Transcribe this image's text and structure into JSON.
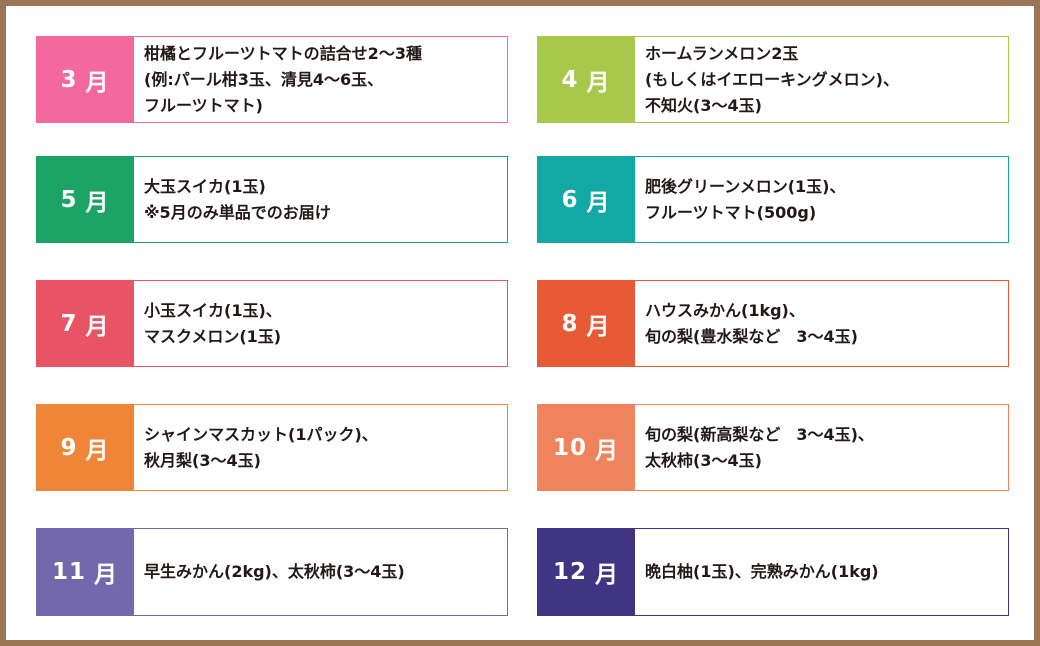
{
  "schedule": [
    {
      "month_num": "3",
      "month_unit": "月",
      "color": "#f3699e",
      "lines": [
        "柑橘とフルーツトマトの詰合せ2〜3種",
        "(例:パール柑3玉、清見4〜6玉、",
        "フルーツトマト)"
      ]
    },
    {
      "month_num": "4",
      "month_unit": "月",
      "color": "#a6c84b",
      "lines": [
        "ホームランメロン2玉",
        "(もしくはイエローキングメロン)、",
        "不知火(3〜4玉)"
      ]
    },
    {
      "month_num": "5",
      "month_unit": "月",
      "color": "#1ba466",
      "lines": [
        "大玉スイカ(1玉)",
        "※5月のみ単品でのお届け"
      ]
    },
    {
      "month_num": "6",
      "month_unit": "月",
      "color": "#12a8a4",
      "lines": [
        "肥後グリーンメロン(1玉)、",
        "フルーツトマト(500g)"
      ]
    },
    {
      "month_num": "7",
      "month_unit": "月",
      "color": "#e95464",
      "lines": [
        "小玉スイカ(1玉)、",
        "マスクメロン(1玉)"
      ]
    },
    {
      "month_num": "8",
      "month_unit": "月",
      "color": "#e85a35",
      "lines": [
        "ハウスみかん(1kg)、",
        "旬の梨(豊水梨など　3〜4玉)"
      ]
    },
    {
      "month_num": "9",
      "month_unit": "月",
      "color": "#ef8536",
      "lines": [
        "シャインマスカット(1パック)、",
        "秋月梨(3〜4玉)"
      ]
    },
    {
      "month_num": "10",
      "month_unit": "月",
      "color": "#ee835d",
      "lines": [
        "旬の梨(新高梨など　3〜4玉)、",
        "太秋柿(3〜4玉)"
      ]
    },
    {
      "month_num": "11",
      "month_unit": "月",
      "color": "#7468ad",
      "lines": [
        "早生みかん(2kg)、太秋柿(3〜4玉)"
      ]
    },
    {
      "month_num": "12",
      "month_unit": "月",
      "color": "#3f3582",
      "lines": [
        "晩白柚(1玉)、完熟みかん(1kg)"
      ]
    }
  ],
  "colors": {
    "frame": "#9a7556",
    "text": "#231815",
    "background": "#ffffff"
  }
}
